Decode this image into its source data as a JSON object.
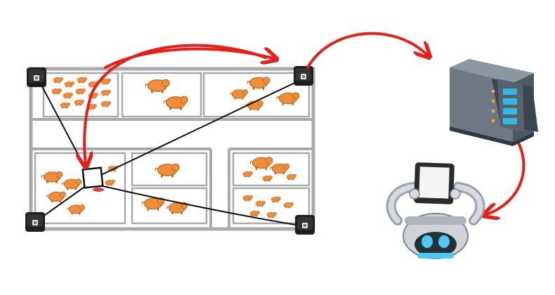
{
  "diagram": {
    "subject": "",
    "colors": {
      "background": "#ffffff",
      "barn_wall": "#a9aaa9",
      "barn_floor": "#ffffff",
      "pig": "#ef8e3a",
      "pig_dark": "#c2621a",
      "arrow": "#e5201b",
      "camera": "#1e1e1e",
      "camera_lens": "#d8e2ea",
      "wire": "#111111",
      "server_body": "#6c7985",
      "server_panel": "#3b4650",
      "server_slot": "#35b7e8",
      "robot_body": "#cfd3d7",
      "robot_face": "#4cc9f0",
      "tablet": "#2b2b2b",
      "blood": "#d0101a"
    },
    "icons": [
      "camera-icon",
      "camera-icon",
      "camera-icon",
      "camera-icon",
      "target-camera-icon",
      "server-icon",
      "robot-icon",
      "tablet-icon",
      "pig-icon"
    ],
    "arrows": [
      {
        "from": "camera-top-right",
        "to": "target-camera"
      },
      {
        "from": "target-camera",
        "to": "camera-top-right"
      },
      {
        "from": "camera-top-right",
        "to": "server"
      },
      {
        "from": "server",
        "to": "robot"
      }
    ]
  }
}
